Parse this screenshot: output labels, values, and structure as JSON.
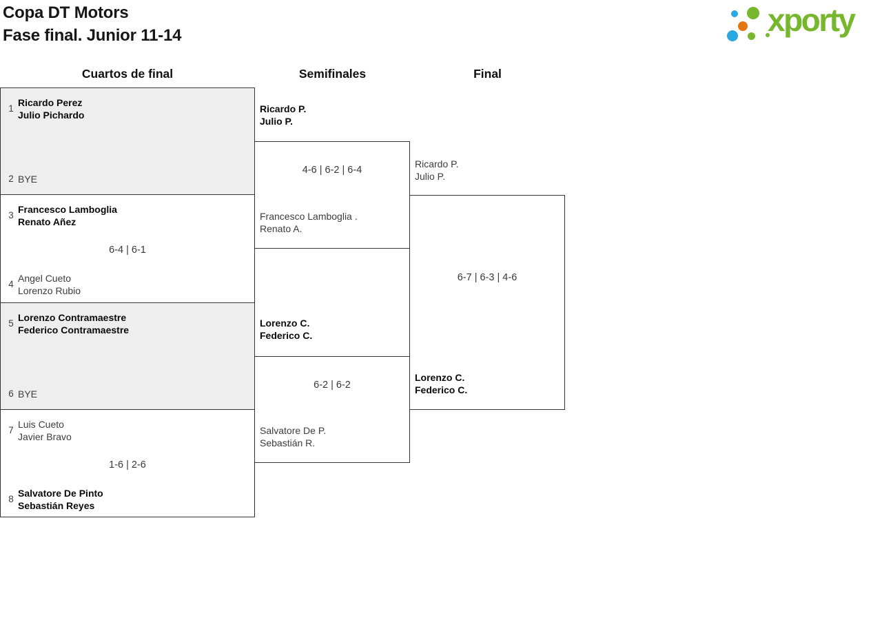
{
  "header": {
    "title_line1": "Copa DT Motors",
    "title_line2": "Fase final. Junior 11-14",
    "logo_text": "xporty"
  },
  "round_headers": {
    "quarterfinals": "Cuartos de final",
    "semifinals": "Semifinales",
    "final": "Final"
  },
  "quarterfinals": [
    {
      "seed_top": "1",
      "top_name1": "Ricardo Perez",
      "top_name2": "Julio Pichardo",
      "seed_bottom": "2",
      "bottom_name1": "BYE",
      "bottom_name2": "",
      "score": "",
      "winner": "top"
    },
    {
      "seed_top": "3",
      "top_name1": "Francesco Lamboglia",
      "top_name2": "Renato Añez",
      "seed_bottom": "4",
      "bottom_name1": "Angel Cueto",
      "bottom_name2": "Lorenzo Rubio",
      "score": "6-4 | 6-1",
      "winner": "top"
    },
    {
      "seed_top": "5",
      "top_name1": "Lorenzo Contramaestre",
      "top_name2": "Federico Contramaestre",
      "seed_bottom": "6",
      "bottom_name1": "BYE",
      "bottom_name2": "",
      "score": "",
      "winner": "top"
    },
    {
      "seed_top": "7",
      "top_name1": "Luis Cueto",
      "top_name2": "Javier Bravo",
      "seed_bottom": "8",
      "bottom_name1": "Salvatore De Pinto",
      "bottom_name2": "Sebastián Reyes",
      "score": "1-6 | 2-6",
      "winner": "bottom"
    }
  ],
  "semifinals": [
    {
      "top_name1": "Ricardo P.",
      "top_name2": "Julio P.",
      "bottom_name1": "Francesco Lamboglia .",
      "bottom_name2": "Renato A.",
      "score": "4-6 | 6-2 | 6-4",
      "winner": "top"
    },
    {
      "top_name1": "Lorenzo C.",
      "top_name2": "Federico C.",
      "bottom_name1": "Salvatore De P.",
      "bottom_name2": "Sebastián R.",
      "score": "6-2 | 6-2",
      "winner": "top"
    }
  ],
  "final": {
    "top_name1": "Ricardo P.",
    "top_name2": "Julio P.",
    "bottom_name1": "Lorenzo C.",
    "bottom_name2": "Federico C.",
    "score": "6-7 | 6-3 | 4-6",
    "winner": "bottom"
  },
  "colors": {
    "logo_green": "#76b72e",
    "logo_blue": "#2aa9e0",
    "logo_orange": "#e5750f",
    "bye_match_bg": "#eeeeee",
    "bracket_border": "#333333"
  }
}
